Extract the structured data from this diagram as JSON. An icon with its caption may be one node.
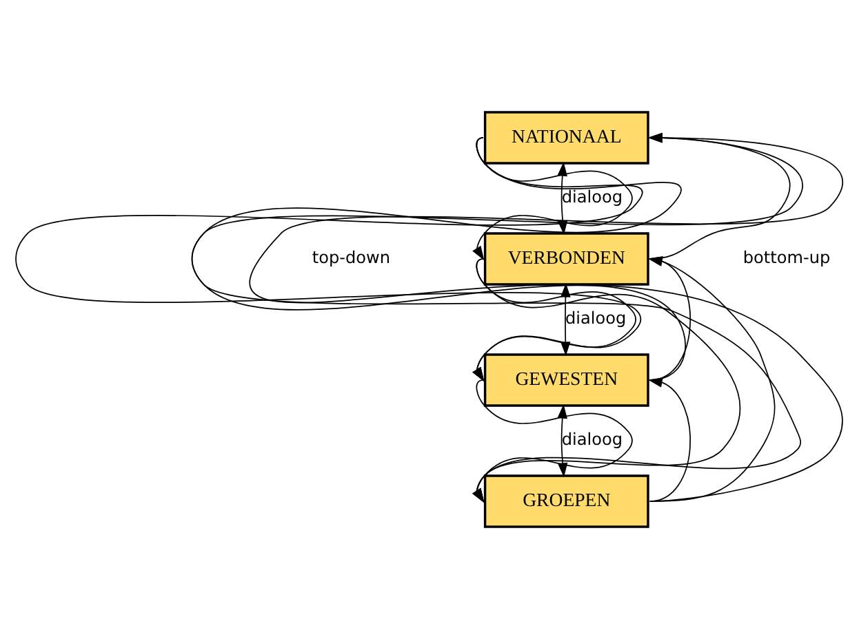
{
  "diagram": {
    "nodes": [
      {
        "text": [
          "NATIONAAL"
        ]
      },
      {
        "text": [
          "VERBONDEN"
        ]
      },
      {
        "text": [
          "GEWESTEN"
        ]
      },
      {
        "text": [
          "GROEPEN"
        ]
      }
    ],
    "edges": [
      {
        "from": 0,
        "to": 1,
        "arrow": "both",
        "label": "dialoog"
      },
      {
        "from": 1,
        "to": 2,
        "arrow": "both",
        "label": "dialoog"
      },
      {
        "from": 2,
        "to": 3,
        "arrow": "both",
        "label": "dialoog"
      },
      {
        "from": 0,
        "to": 1,
        "arrow": "to"
      },
      {
        "from": 0,
        "to": 2,
        "arrow": "to"
      },
      {
        "from": 0,
        "to": 3,
        "arrow": "to"
      },
      {
        "from": 1,
        "to": 2,
        "arrow": "to"
      },
      {
        "from": 1,
        "to": 3,
        "arrow": "to"
      },
      {
        "from": 2,
        "to": 3,
        "arrow": "to"
      },
      {
        "from": 1,
        "to": 0,
        "arrow": "to"
      },
      {
        "from": 2,
        "to": 0,
        "arrow": "to"
      },
      {
        "from": 2,
        "to": 1,
        "arrow": "to"
      },
      {
        "from": 3,
        "to": 0,
        "arrow": "to"
      },
      {
        "from": 3,
        "to": 1,
        "arrow": "to"
      },
      {
        "from": 3,
        "to": 2,
        "arrow": "to"
      }
    ],
    "labels": [
      "top-down",
      "bottom-up"
    ]
  }
}
